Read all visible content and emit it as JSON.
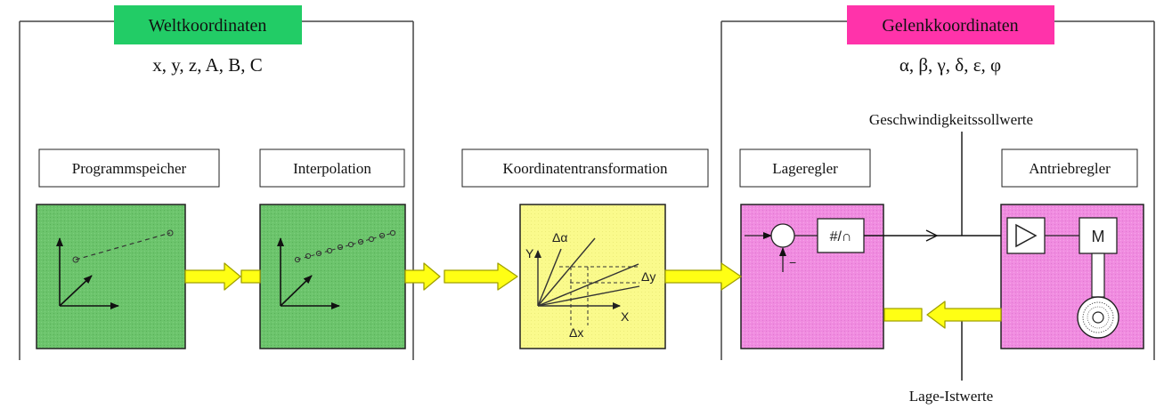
{
  "sections": {
    "world": {
      "title": "Weltkoordinaten",
      "coords": "x, y, z, A, B, C",
      "title_color": "#22cc66"
    },
    "joint": {
      "title": "Gelenkkoordinaten",
      "coords": "α, β, γ, δ, ε, φ",
      "title_color": "#ff33aa"
    }
  },
  "blocks": {
    "programmspeicher": "Programmspeicher",
    "interpolation": "Interpolation",
    "koordinatentransformation": "Koordinatentransformation",
    "lageregler": "Lageregler",
    "antriebregler": "Antriebregler"
  },
  "signals": {
    "speed_setpoints": "Geschwindigkeitssollwerte",
    "position_actuals": "Lage-Istwerte"
  },
  "transform_graph": {
    "axis_x": "X",
    "axis_y": "Y",
    "delta_alpha": "Δα",
    "delta_x": "Δx",
    "delta_y": "Δy"
  },
  "controller": {
    "limiter_symbol": "#/∩",
    "minus_sign": "−"
  },
  "drive": {
    "motor_label": "M"
  },
  "colors": {
    "green_panel": "#6cc46c",
    "yellow_panel": "#fafa8c",
    "pink_panel": "#f08ce0",
    "arrow_fill": "#ffff14",
    "arrow_stroke": "#a0a000"
  }
}
